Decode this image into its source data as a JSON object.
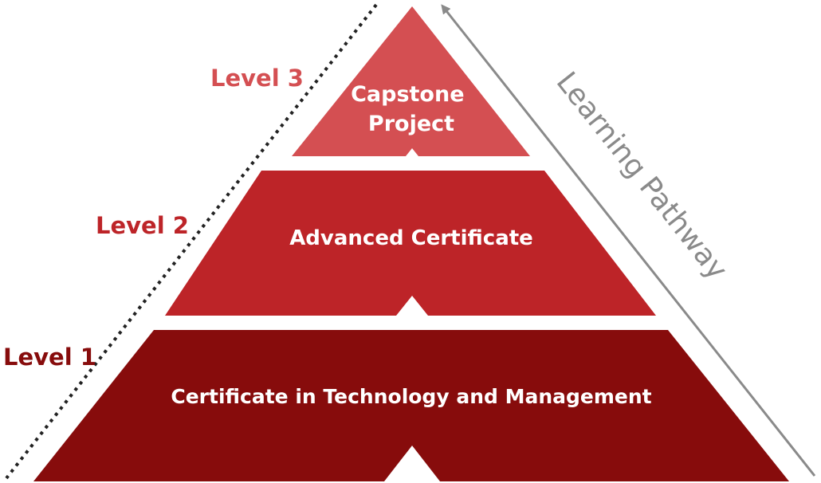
{
  "levels": [
    {
      "label": "Level 3",
      "title_lines": [
        "Capstone",
        "Project"
      ],
      "fill": "#d44f52",
      "label_color": "#d44f52"
    },
    {
      "label": "Level 2",
      "title_lines": [
        "Advanced Certificate"
      ],
      "fill": "#bd2428",
      "label_color": "#bd2428"
    },
    {
      "label": "Level 1",
      "title_lines": [
        "Certificate in Technology and Management"
      ],
      "fill": "#870c0c",
      "label_color": "#870c0c"
    }
  ],
  "pathway": {
    "label": "Learning Pathway",
    "color": "#8a8a8a"
  },
  "dashed_line_color": "#222222"
}
